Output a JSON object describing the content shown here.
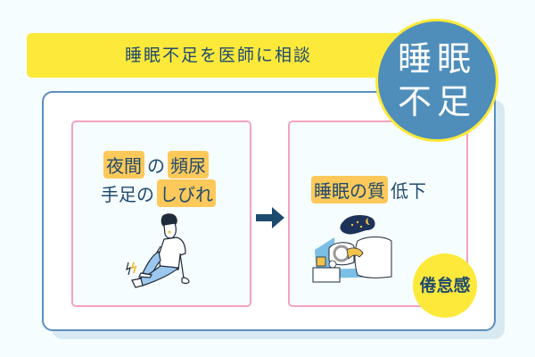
{
  "banner": {
    "title": "睡眠不足を医師に相談"
  },
  "badge_main": {
    "line1": "睡眠",
    "line2": "不足"
  },
  "left_panel": {
    "line1": [
      {
        "text": "夜間",
        "highlight": true
      },
      {
        "text": "の",
        "highlight": false
      },
      {
        "text": "頻尿",
        "highlight": true
      }
    ],
    "line2": [
      {
        "text": "手足の",
        "highlight": false
      },
      {
        "text": "しびれ",
        "highlight": true
      }
    ],
    "illustration": "man-sitting-leg-numbness-icon"
  },
  "arrow": "right-arrow-icon",
  "right_panel": {
    "line1": [
      {
        "text": "睡眠の質",
        "highlight": true
      },
      {
        "text": "低下",
        "highlight": false
      }
    ],
    "illustration": "person-lying-in-bed-night-icon"
  },
  "badge_small": {
    "label": "倦怠感"
  },
  "colors": {
    "background": "#f5fdfe",
    "banner_yellow": "#fde93a",
    "highlight_orange": "#fcc95a",
    "text_navy": "#1f4a70",
    "badge_blue": "#4f8ebb",
    "frame_blue": "#5b8fbd",
    "panel_pink": "#f4a3bf"
  }
}
